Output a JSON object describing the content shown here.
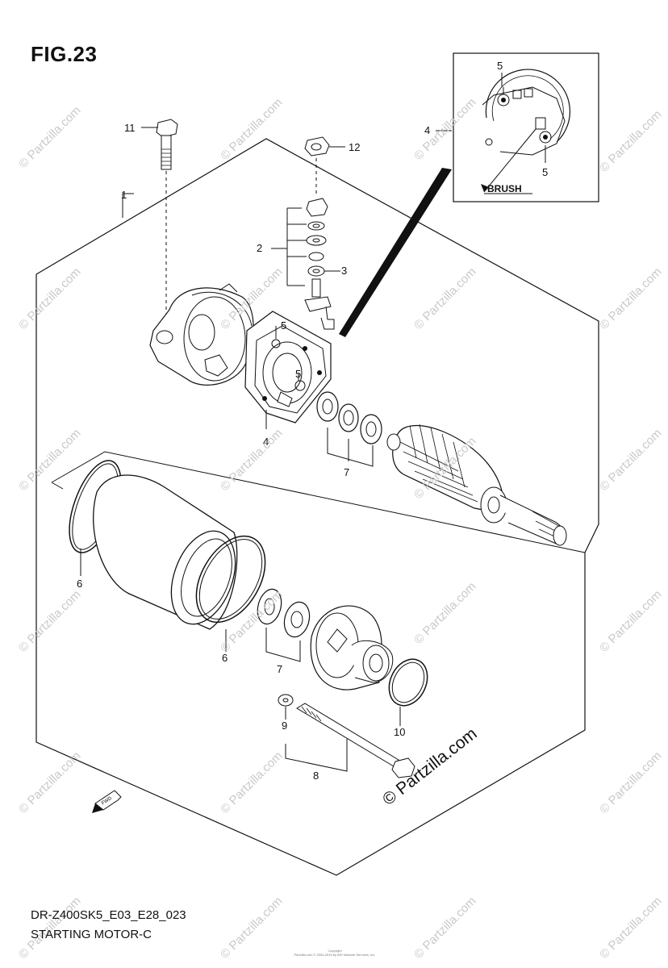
{
  "figure": {
    "title": "FIG.23",
    "model_code": "DR-Z400SK5_E03_E28_023",
    "section_name": "STARTING MOTOR-C",
    "copyright_line1": "Copyright",
    "copyright_line2": "Partzilla.com © 2004-2015 by ARI Network Services, Inc.",
    "watermark_text": "© Partzilla.com",
    "brand_text": "© Partzilla.com"
  },
  "callouts": [
    {
      "id": "c1",
      "label": "1"
    },
    {
      "id": "c2",
      "label": "2"
    },
    {
      "id": "c3",
      "label": "3"
    },
    {
      "id": "c4a",
      "label": "4"
    },
    {
      "id": "c4b",
      "label": "4"
    },
    {
      "id": "c5a",
      "label": "5"
    },
    {
      "id": "c5b",
      "label": "5"
    },
    {
      "id": "c5c",
      "label": "5"
    },
    {
      "id": "c5d",
      "label": "5"
    },
    {
      "id": "c6a",
      "label": "6"
    },
    {
      "id": "c6b",
      "label": "6"
    },
    {
      "id": "c7a",
      "label": "7"
    },
    {
      "id": "c7b",
      "label": "7"
    },
    {
      "id": "c8",
      "label": "8"
    },
    {
      "id": "c9",
      "label": "9"
    },
    {
      "id": "c10",
      "label": "10"
    },
    {
      "id": "c11",
      "label": "11"
    },
    {
      "id": "c12",
      "label": "12"
    }
  ],
  "inset": {
    "label": "BRUSH"
  },
  "direction_marker": {
    "label": "FWD",
    "icon": "forward-arrow-icon"
  }
}
